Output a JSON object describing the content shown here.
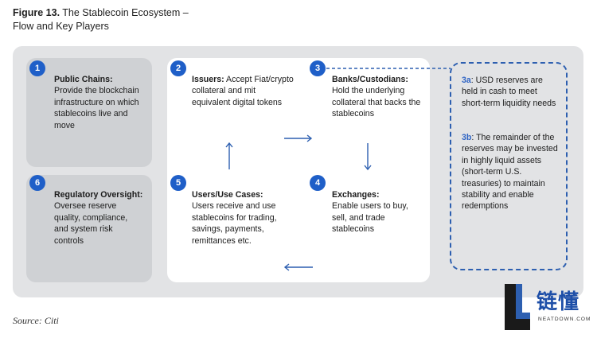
{
  "title": {
    "line1_bold": "Figure 13.",
    "line1_rest": " The Stablecoin Ecosystem –",
    "line2": "Flow and Key Players"
  },
  "nodes": [
    {
      "number": "1",
      "heading": "Public Chains:",
      "body": "Provide the blockchain infrastructure on which stablecoins live and move"
    },
    {
      "number": "2",
      "heading": "Issuers:",
      "body": " Accept Fiat/crypto collateral and mit equivalent digital tokens"
    },
    {
      "number": "3",
      "heading": "Banks/Custodians:",
      "body": "Hold the underlying collateral that backs the stablecoins"
    },
    {
      "number": "4",
      "heading": "Exchanges:",
      "body": "Enable users to buy, sell, and trade stablecoins"
    },
    {
      "number": "5",
      "heading": "Users/Use Cases:",
      "body": "Users receive and use stablecoins for trading, savings, payments, remittances etc."
    },
    {
      "number": "6",
      "heading": "Regulatory Oversight:",
      "body": " Oversee reserve quality, compliance, and system risk controls"
    }
  ],
  "reserves": {
    "a_label": "3a",
    "a_text": ": USD reserves are held in cash to meet short-term liquidity needs",
    "b_label": "3b",
    "b_text": ": The remainder of the reserves may be invested in highly liquid assets (short-term U.S. treasuries) to maintain stability and enable redemptions"
  },
  "source": "Source: Citi",
  "logo": {
    "cn": "链懂",
    "en": "NEATDOWN.COM"
  },
  "colors": {
    "accent": "#1f5fc8",
    "panel": "#e2e3e5",
    "card": "#cfd1d4",
    "arrow": "#2d5fb0"
  }
}
